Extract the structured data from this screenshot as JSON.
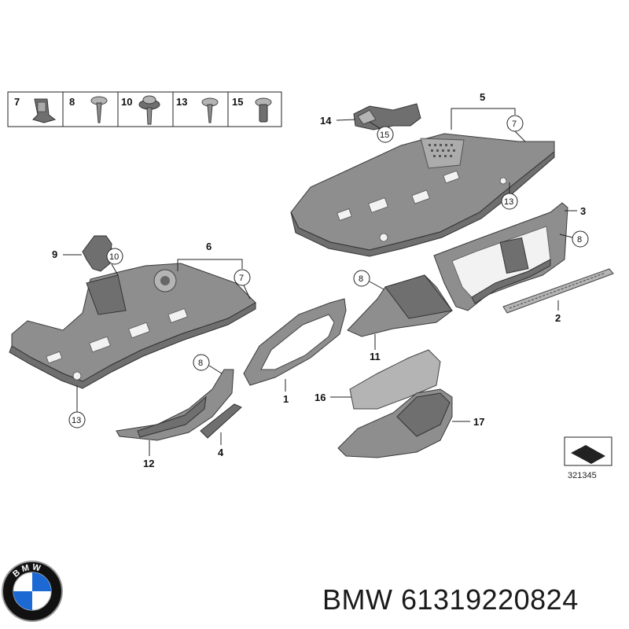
{
  "hardware_strip": [
    {
      "label": "7",
      "icon": "clip-icon"
    },
    {
      "label": "8",
      "icon": "screw-icon"
    },
    {
      "label": "10",
      "icon": "collar-screw-icon"
    },
    {
      "label": "13",
      "icon": "screw-icon"
    },
    {
      "label": "15",
      "icon": "bolt-icon"
    }
  ],
  "callouts": {
    "c1": "1",
    "c2": "2",
    "c3": "3",
    "c4": "4",
    "c5": "5",
    "c6": "6",
    "c7a": "7",
    "c7b": "7",
    "c8a": "8",
    "c8b": "8",
    "c8c": "8",
    "c9": "9",
    "c10": "10",
    "c11": "11",
    "c12": "12",
    "c13a": "13",
    "c13b": "13",
    "c14": "14",
    "c15": "15",
    "c16": "16",
    "c17": "17"
  },
  "diagram_code": "321345",
  "brand": {
    "caption": "BMW 61319220824",
    "logo_letters": "BMW",
    "colors": {
      "blue": "#1c69d4",
      "ring": "#111111",
      "chrome": "#9a9a9a"
    }
  }
}
